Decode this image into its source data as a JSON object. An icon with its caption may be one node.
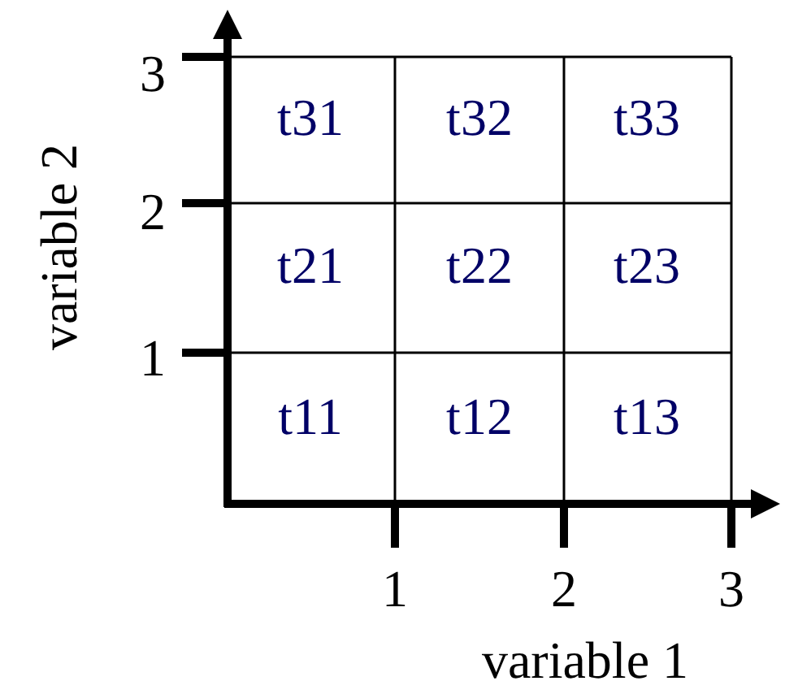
{
  "diagram": {
    "labels": [
      "variable 2",
      "3",
      "2",
      "1",
      "t31",
      "t32",
      "t33",
      "t21",
      "t22",
      "t23",
      "t11",
      "t12",
      "t13",
      "1",
      "2",
      "3",
      "variable 1"
    ]
  }
}
